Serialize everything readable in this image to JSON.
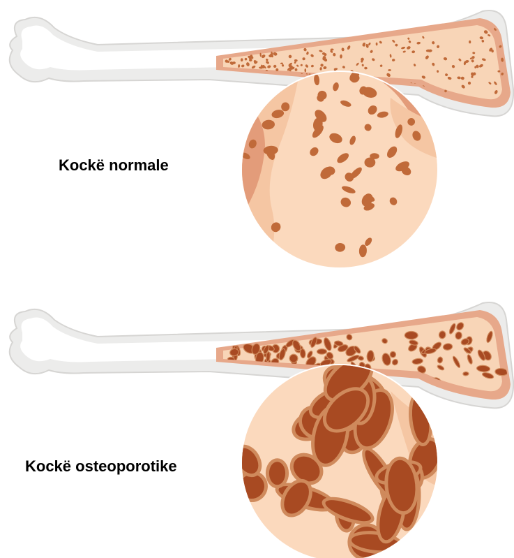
{
  "labels": {
    "normal": "Kockë normale",
    "osteoporotic": "Kockë osteoporotike"
  },
  "colors": {
    "bone_outer": "#ececeb",
    "bone_highlight": "#ffffff",
    "bone_shadow": "#d6d5d3",
    "cortex": "#e7a88a",
    "marrow": "#f8d5b7",
    "normal_pore": "#c06a39",
    "osteo_pore": "#a84a22",
    "osteo_rim": "#cf8a5c",
    "zoom_light": "#fbd9bd",
    "zoom_mid": "#f5c6a3",
    "zoom_dark": "#e39c7a"
  },
  "sections": [
    {
      "id": "normal",
      "label_key": "normal",
      "condition": "normal bone"
    },
    {
      "id": "osteo",
      "label_key": "osteoporotic",
      "condition": "osteoporotic bone"
    }
  ]
}
